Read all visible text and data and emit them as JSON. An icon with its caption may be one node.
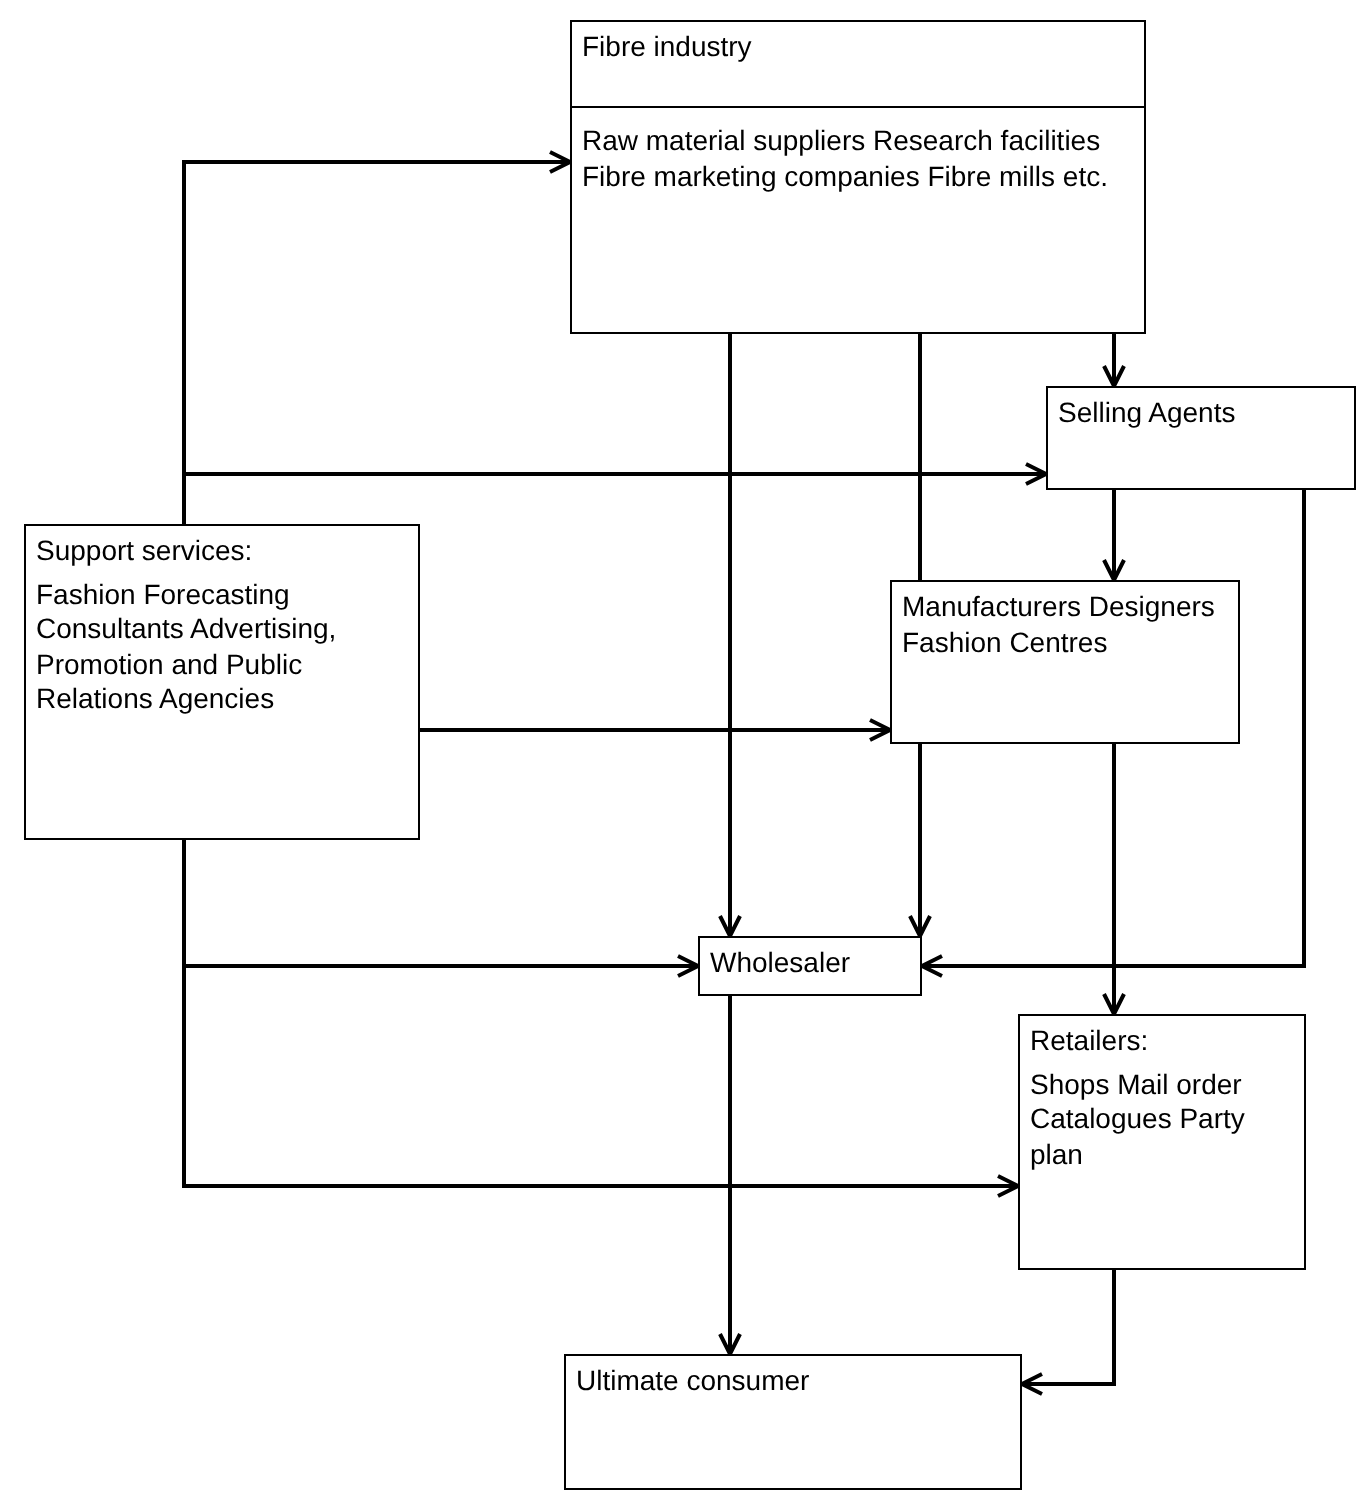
{
  "diagram": {
    "nodes": [
      {
        "text": [
          "Fibre industry",
          "Raw material suppliers Research facilities Fibre marketing companies Fibre mills etc."
        ]
      },
      {
        "text": [
          "Selling Agents"
        ]
      },
      {
        "text": [
          "Support services:",
          "Fashion Forecasting Consultants Advertising, Promotion and Public Relations Agencies"
        ]
      },
      {
        "text": [
          "Manufacturers Designers Fashion Centres"
        ]
      },
      {
        "text": [
          "Wholesaler"
        ]
      },
      {
        "text": [
          "Retailers:",
          "Shops Mail order Catalogues Party plan"
        ]
      },
      {
        "text": [
          "Ultimate consumer"
        ]
      }
    ],
    "edges": [
      {
        "from": 2,
        "to": 0,
        "arrow": "to"
      },
      {
        "from": 2,
        "to": 1,
        "arrow": "to"
      },
      {
        "from": 2,
        "to": 3,
        "arrow": "to"
      },
      {
        "from": 2,
        "to": 4,
        "arrow": "to"
      },
      {
        "from": 2,
        "to": 5,
        "arrow": "to"
      },
      {
        "from": 0,
        "to": 4,
        "arrow": "to"
      },
      {
        "from": 0,
        "to": 3,
        "arrow": "none"
      },
      {
        "from": 0,
        "to": 1,
        "arrow": "to"
      },
      {
        "from": 1,
        "to": 3,
        "arrow": "to"
      },
      {
        "from": 1,
        "to": 4,
        "arrow": "to"
      },
      {
        "from": 3,
        "to": 4,
        "arrow": "to"
      },
      {
        "from": 3,
        "to": 5,
        "arrow": "to"
      },
      {
        "from": 4,
        "to": 6,
        "arrow": "to"
      },
      {
        "from": 5,
        "to": 6,
        "arrow": "to"
      }
    ]
  }
}
